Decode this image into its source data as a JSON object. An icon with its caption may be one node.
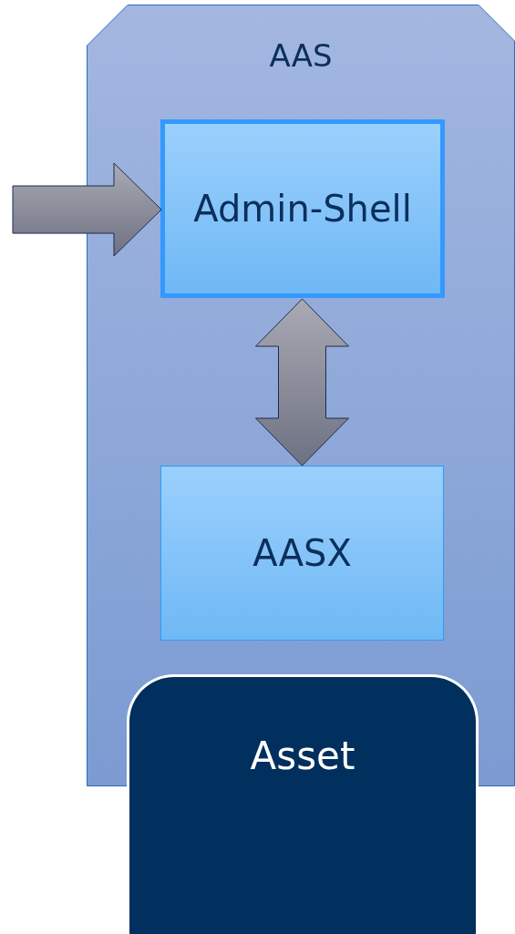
{
  "diagram": {
    "nodes": [
      {
        "text": [
          "AAS"
        ]
      },
      {
        "text": [
          "Admin-Shell"
        ],
        "in": 0
      },
      {
        "text": [
          "AASX"
        ],
        "in": 0
      },
      {
        "text": [
          "Asset"
        ]
      }
    ],
    "edges": [
      {
        "from": null,
        "to": 1,
        "arrow": "to"
      },
      {
        "from": 1,
        "to": 2,
        "arrow": "both"
      }
    ]
  }
}
